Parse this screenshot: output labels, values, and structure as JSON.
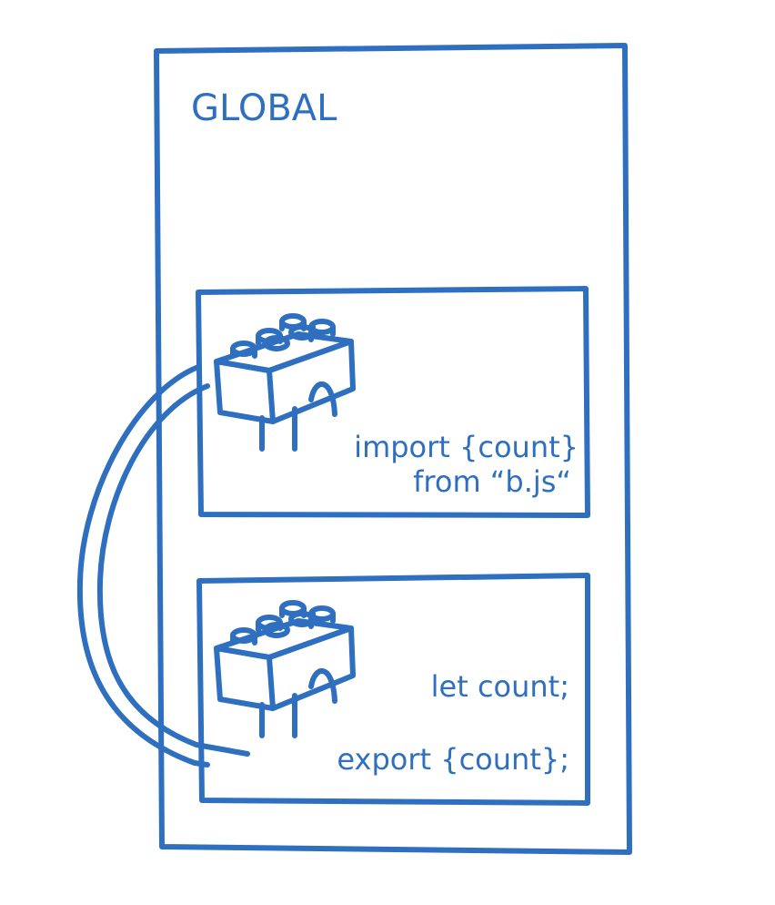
{
  "global_label": "GLOBAL",
  "module_a": {
    "line1": "import {count}",
    "line2": "from “b.js“"
  },
  "module_b": {
    "line1": "let  count;",
    "line2": "export {count};"
  },
  "colors": {
    "ink": "#2f6fc0",
    "background": "#ffffff"
  },
  "icons": [
    "lego-brick-icon",
    "lego-brick-icon"
  ]
}
